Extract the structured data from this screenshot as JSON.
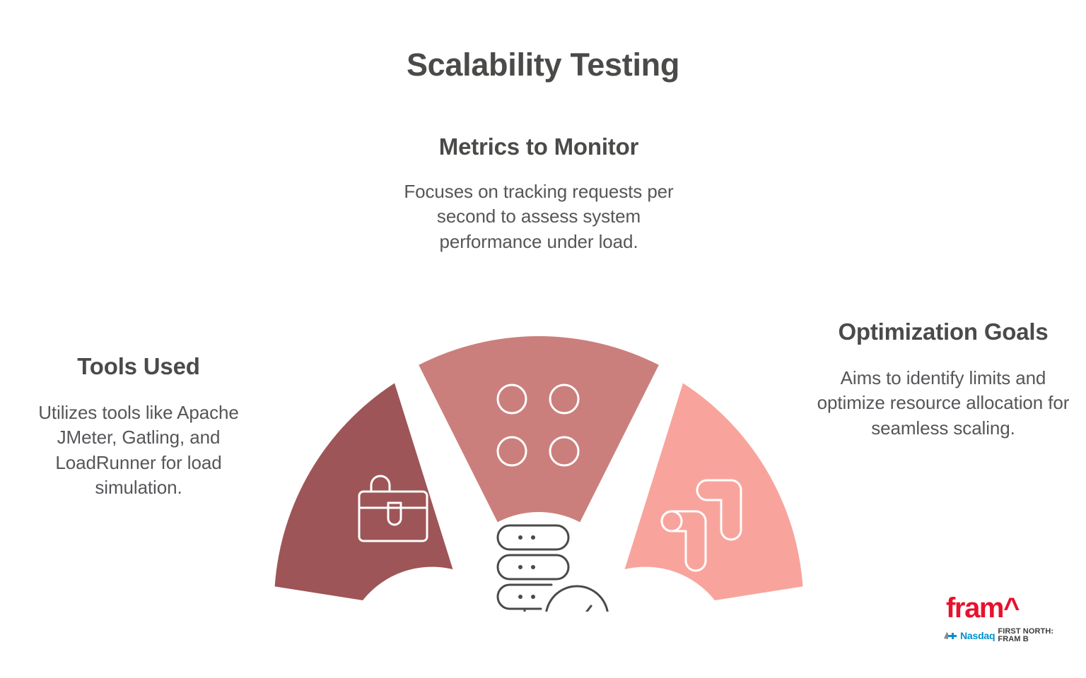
{
  "page": {
    "title": "Scalability Testing",
    "background_color": "#ffffff",
    "title_color": "#4a4a48"
  },
  "sections": [
    {
      "id": "tools",
      "heading": "Tools Used",
      "body": "Utilizes tools like Apache JMeter, Gatling, and LoadRunner for load simulation.",
      "segment_color": "#9e5557",
      "icon": "briefcase-icon",
      "position": "left"
    },
    {
      "id": "metrics",
      "heading": "Metrics to Monitor",
      "body": "Focuses on tracking requests per second to assess system performance under load.",
      "segment_color": "#cb7f7c",
      "icon": "four-circles-icon",
      "position": "center"
    },
    {
      "id": "optimization",
      "heading": "Optimization Goals",
      "body": "Aims to identify limits and optimize resource allocation for seamless scaling.",
      "segment_color": "#f8a49c",
      "icon": "blocks-icon",
      "position": "right"
    }
  ],
  "center_icon": {
    "name": "server-check-icon",
    "stroke_color": "#4a4a48"
  },
  "logo": {
    "wordmark": "fram^",
    "wordmark_color": "#e8112d",
    "exchange": "Nasdaq",
    "exchange_color": "#0092cd",
    "listing": "FIRST NORTH: FRAM B",
    "listing_color": "#3b3b3b"
  },
  "chart_data": {
    "type": "pie",
    "title": "Scalability Testing",
    "subtype": "semicircle-donut",
    "categories": [
      "Tools Used",
      "Metrics to Monitor",
      "Optimization Goals"
    ],
    "values": [
      60,
      60,
      60
    ],
    "unit": "degrees",
    "colors": [
      "#9e5557",
      "#cb7f7c",
      "#f8a49c"
    ],
    "start_angle": 180,
    "end_angle": 0,
    "gap_degrees": 3,
    "inner_radius": 125,
    "outer_radius": 374,
    "legend": "none",
    "grid": false
  }
}
